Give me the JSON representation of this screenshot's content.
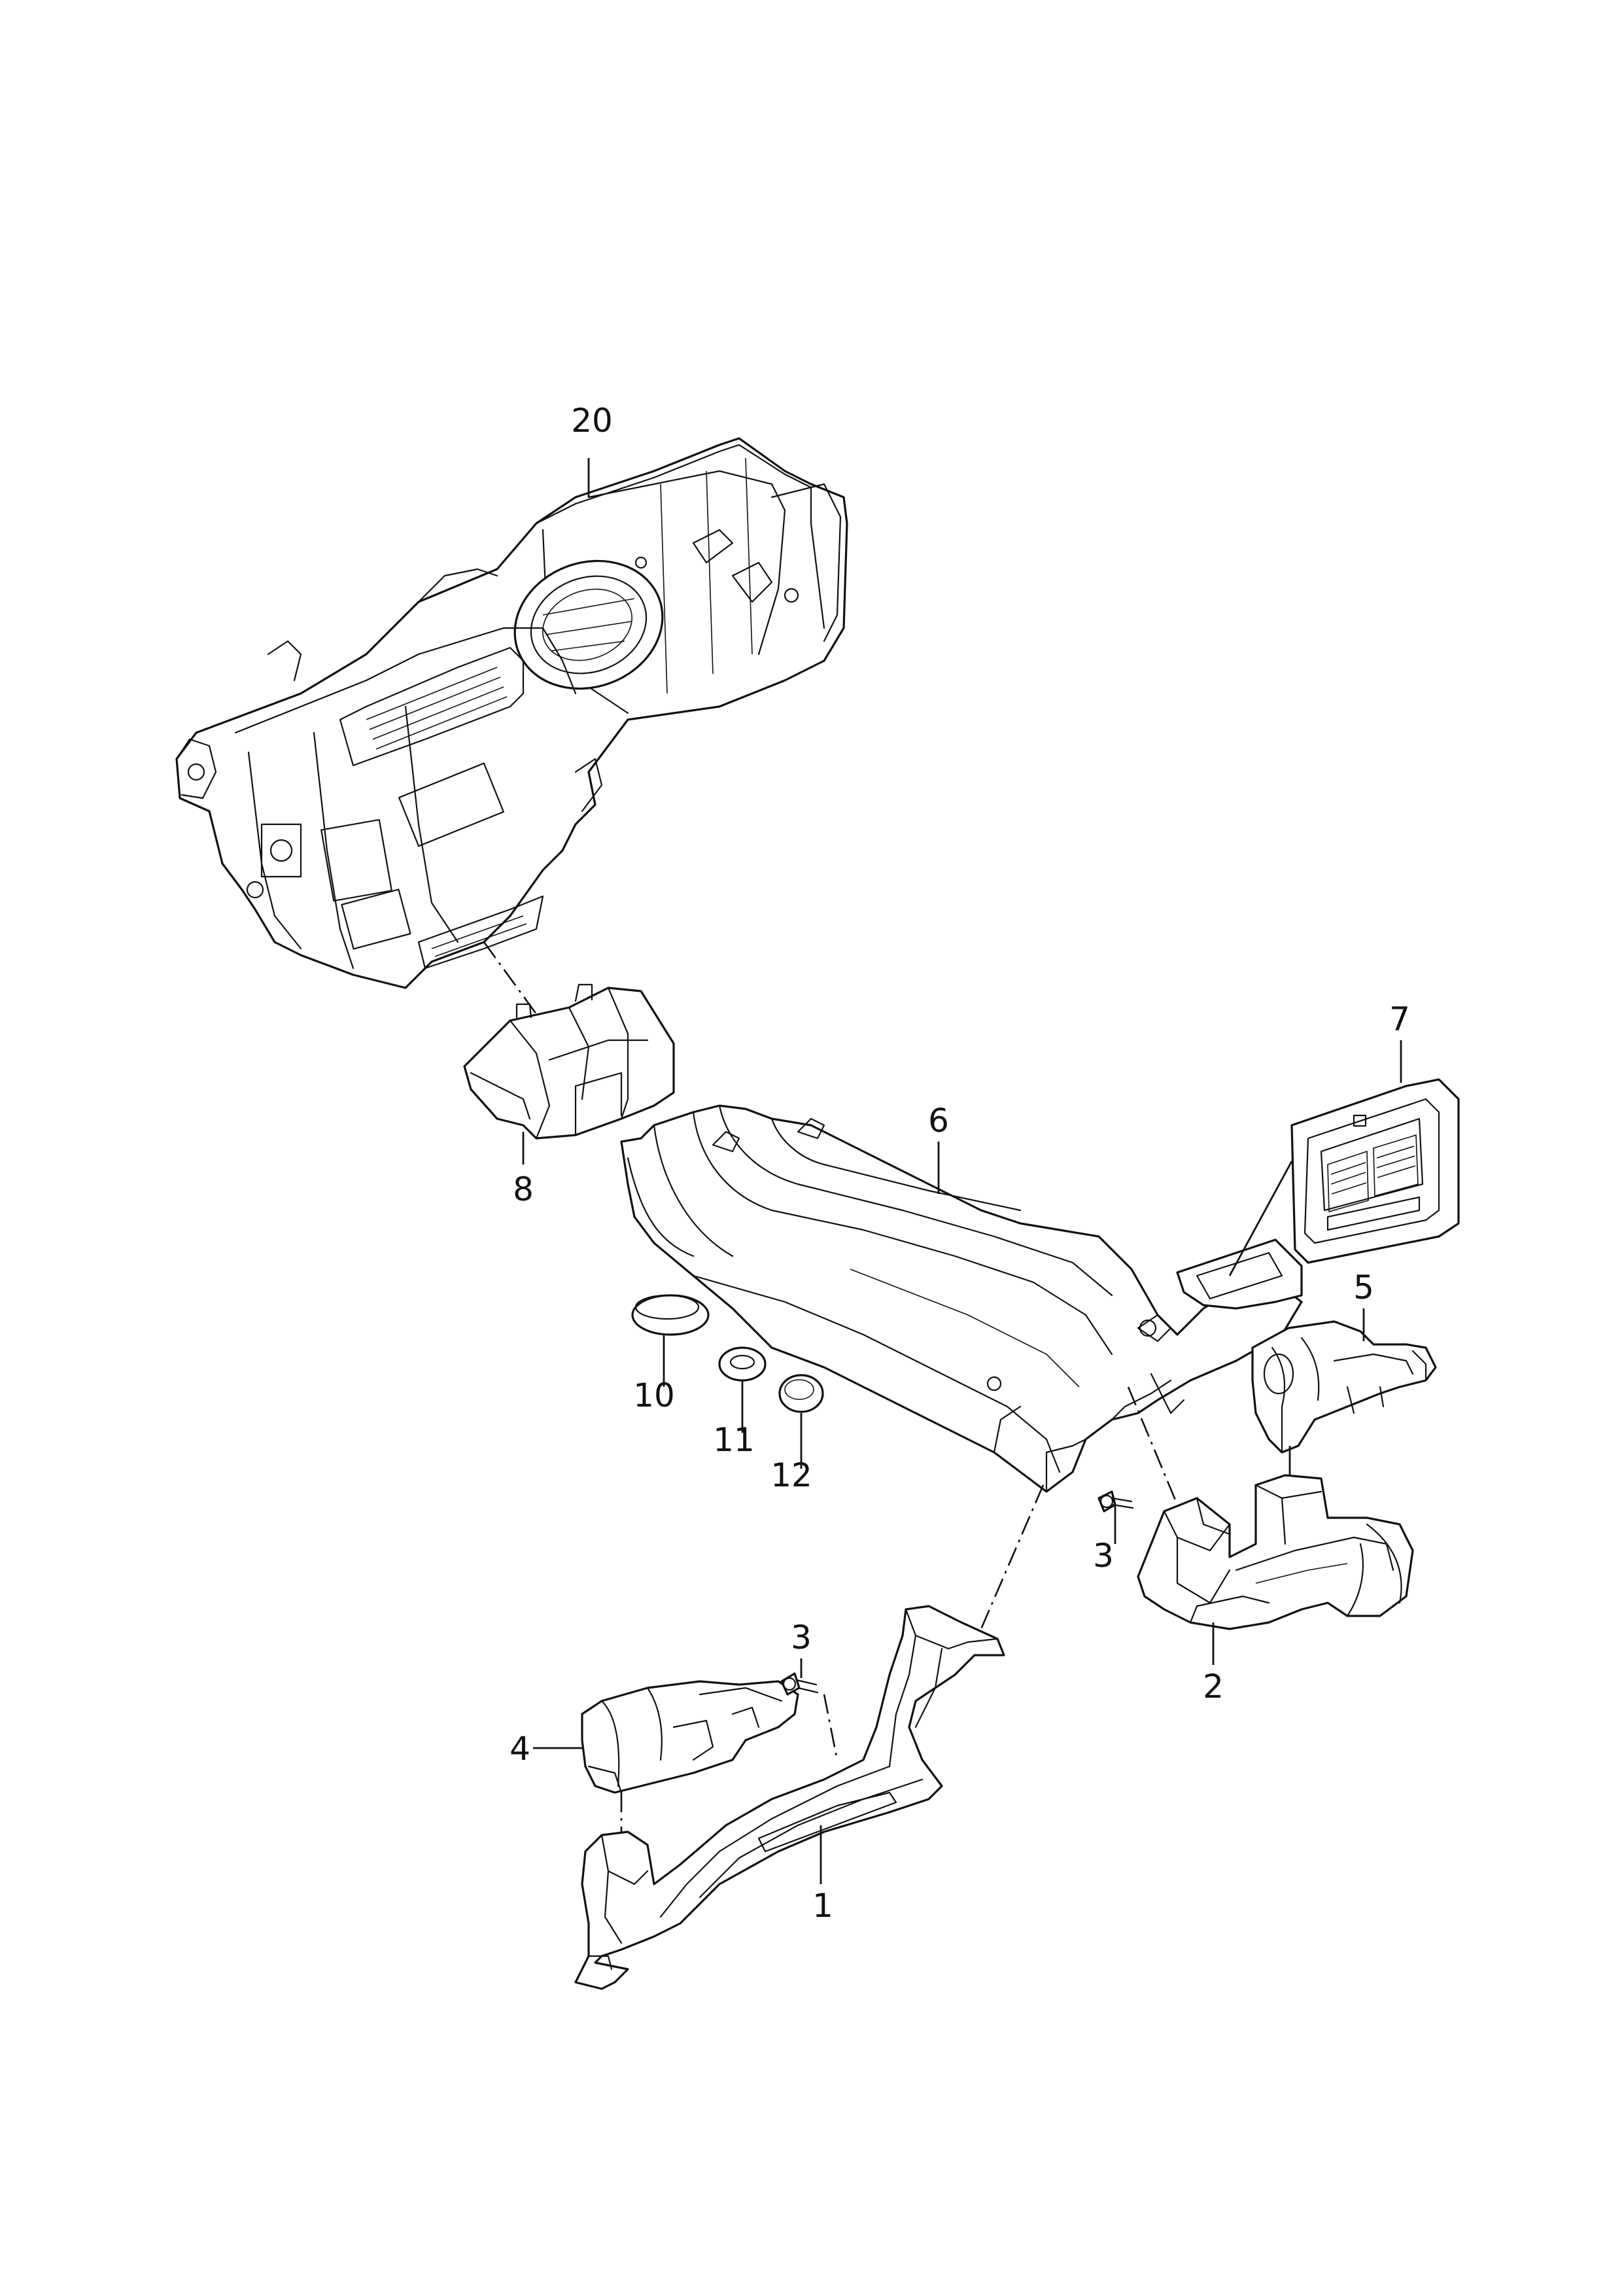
{
  "callouts": {
    "c20": "20",
    "c8": "8",
    "c6": "6",
    "c7": "7",
    "c5": "5",
    "c10": "10",
    "c11": "11",
    "c12": "12",
    "c3_right": "3",
    "c3_left": "3",
    "c2": "2",
    "c4": "4",
    "c1": "1"
  },
  "colors": {
    "line": "#111111",
    "background": "#ffffff"
  }
}
